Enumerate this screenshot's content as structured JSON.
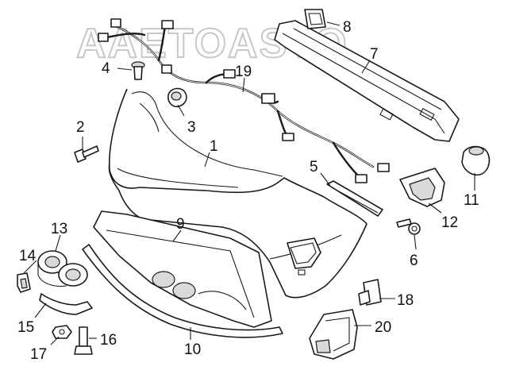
{
  "watermark": "AAETOASTO",
  "parts": [
    {
      "id": "1",
      "label": "1"
    },
    {
      "id": "2",
      "label": "2"
    },
    {
      "id": "3",
      "label": "3"
    },
    {
      "id": "4",
      "label": "4"
    },
    {
      "id": "5",
      "label": "5"
    },
    {
      "id": "6",
      "label": "6"
    },
    {
      "id": "7",
      "label": "7"
    },
    {
      "id": "8",
      "label": "8"
    },
    {
      "id": "9",
      "label": "9"
    },
    {
      "id": "10",
      "label": "10"
    },
    {
      "id": "11",
      "label": "11"
    },
    {
      "id": "12",
      "label": "12"
    },
    {
      "id": "13",
      "label": "13"
    },
    {
      "id": "14",
      "label": "14"
    },
    {
      "id": "15",
      "label": "15"
    },
    {
      "id": "16",
      "label": "16"
    },
    {
      "id": "17",
      "label": "17"
    },
    {
      "id": "18",
      "label": "18"
    },
    {
      "id": "19",
      "label": "19"
    },
    {
      "id": "20",
      "label": "20"
    }
  ]
}
